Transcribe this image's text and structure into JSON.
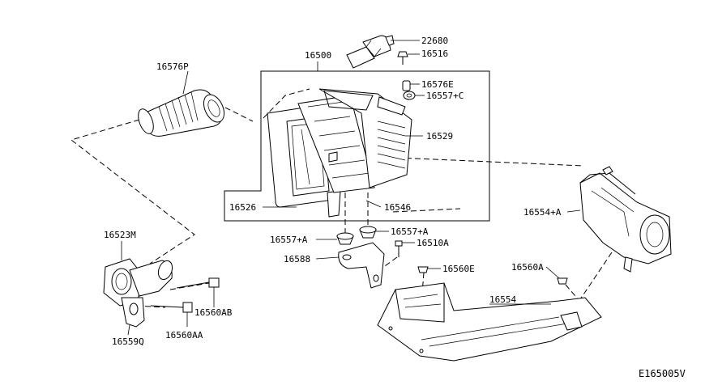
{
  "diagram": {
    "labels": {
      "p22680": "22680",
      "p16516": "16516",
      "p16500": "16500",
      "p16576P": "16576P",
      "p16576E": "16576E",
      "p16557C": "16557+C",
      "p16529": "16529",
      "p16526": "16526",
      "p16546": "16546",
      "p16557A_left": "16557+A",
      "p16557A_right": "16557+A",
      "p16510A": "16510A",
      "p16588": "16588",
      "p16560E": "16560E",
      "p16554A": "16554+A",
      "p16560A": "16560A",
      "p16554": "16554",
      "p16523M": "16523M",
      "p16560AB": "16560AB",
      "p16560AA": "16560AA",
      "p16559Q": "16559Q"
    },
    "code": "E165005V"
  }
}
